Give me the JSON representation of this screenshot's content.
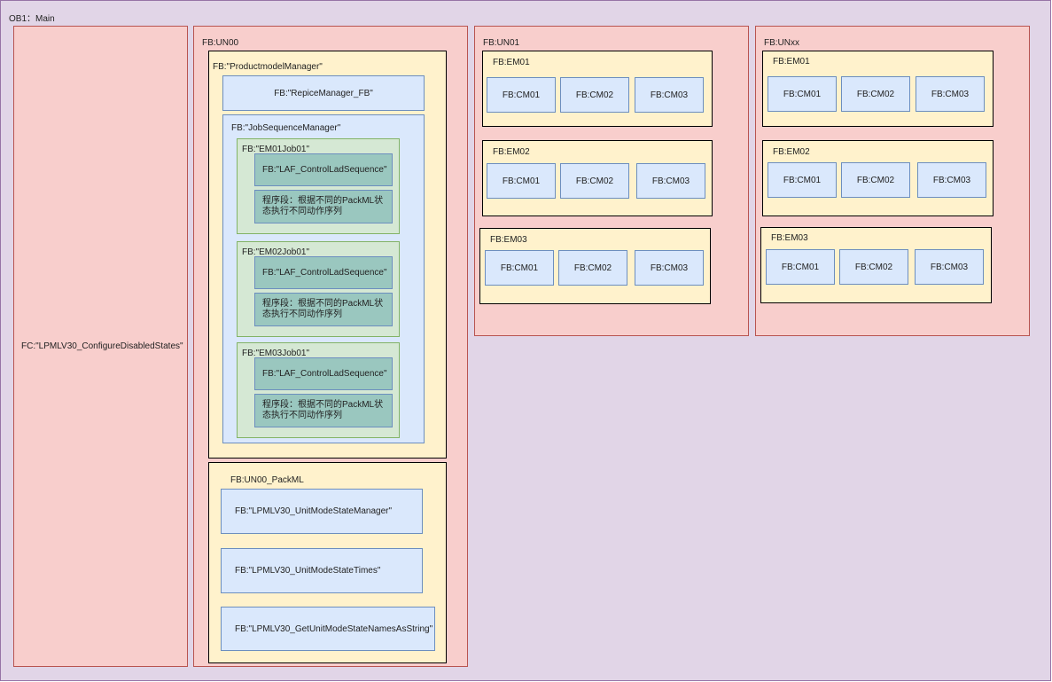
{
  "ob1": {
    "label": "OB1：Main"
  },
  "fc": {
    "label": "FC:\"LPMLV30_ConfigureDisabledStates\""
  },
  "un00": {
    "label": "FB:UN00",
    "product_manager": {
      "label": "FB:\"ProductmodelManager\"",
      "recipe_manager": "FB:\"RepiceManager_FB\"",
      "job_sequence": {
        "label": "FB:\"JobSequenceManager\"",
        "jobs": [
          {
            "label": "FB:\"EM01Job01\"",
            "control": "FB:\"LAF_ControlLadSequence\"",
            "segment": "程序段：根据不同的PackML状态执行不同动作序列"
          },
          {
            "label": "FB:\"EM02Job01\"",
            "control": "FB:\"LAF_ControlLadSequence\"",
            "segment": "程序段：根据不同的PackML状态执行不同动作序列"
          },
          {
            "label": "FB:\"EM03Job01\"",
            "control": "FB:\"LAF_ControlLadSequence\"",
            "segment": "程序段：根据不同的PackML状态执行不同动作序列"
          }
        ]
      }
    },
    "packml": {
      "label": "FB:UN00_PackML",
      "items": [
        "FB:\"LPMLV30_UnitModeStateManager\"",
        "FB:\"LPMLV30_UnitModeStateTimes\"",
        "FB:\"LPMLV30_GetUnitModeStateNamesAsString\""
      ]
    }
  },
  "un01": {
    "label": "FB:UN01",
    "ems": [
      {
        "label": "FB:EM01",
        "cms": [
          "FB:CM01",
          "FB:CM02",
          "FB:CM03"
        ]
      },
      {
        "label": "FB:EM02",
        "cms": [
          "FB:CM01",
          "FB:CM02",
          "FB:CM03"
        ]
      },
      {
        "label": "FB:EM03",
        "cms": [
          "FB:CM01",
          "FB:CM02",
          "FB:CM03"
        ]
      }
    ]
  },
  "unxx": {
    "label": "FB:UNxx",
    "ems": [
      {
        "label": "FB:EM01",
        "cms": [
          "FB:CM01",
          "FB:CM02",
          "FB:CM03"
        ]
      },
      {
        "label": "FB:EM02",
        "cms": [
          "FB:CM01",
          "FB:CM02",
          "FB:CM03"
        ]
      },
      {
        "label": "FB:EM03",
        "cms": [
          "FB:CM01",
          "FB:CM02",
          "FB:CM03"
        ]
      }
    ]
  },
  "colors": {
    "ob_fill": "#e1d5e7",
    "unit_fill": "#f8cecc",
    "group_fill": "#fff2cc",
    "block_fill": "#dae8fc",
    "job_fill": "#d5e8d4",
    "seq_fill": "#9ac7bf"
  }
}
